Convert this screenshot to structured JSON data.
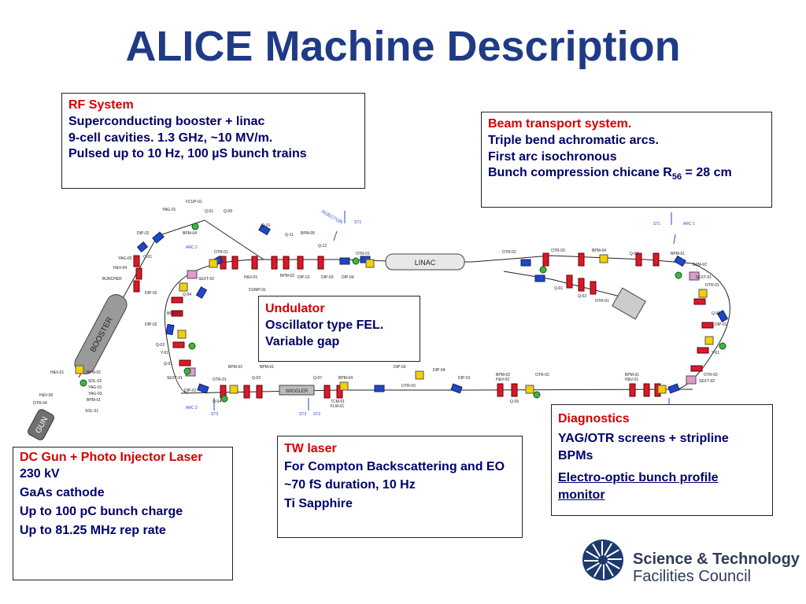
{
  "title": "ALICE Machine Description",
  "rf": {
    "head": "RF System",
    "l1": "Superconducting booster + linac",
    "l2": "9-cell cavities. 1.3 GHz,  ~10 MV/m.",
    "l3": "Pulsed up to 10 Hz, 100 µS bunch trains"
  },
  "beam": {
    "head": "Beam transport system.",
    "l1": "Triple bend achromatic arcs.",
    "l2": "First arc isochronous",
    "l3a": "Bunch compression chicane R",
    "l3sub": "56",
    "l3b": " = 28 cm"
  },
  "und": {
    "head": "Undulator",
    "l1": "Oscillator type FEL.",
    "l2": "Variable gap"
  },
  "gun": {
    "head": "DC Gun + Photo Injector Laser",
    "l1": "230 kV",
    "l2": "GaAs cathode",
    "l3": "Up to 100 pC bunch charge",
    "l4": "Up to 81.25 MHz rep rate"
  },
  "tw": {
    "head": "TW laser",
    "l1": "For Compton Backscattering and EO",
    "l2": "~70 fS duration, 10 Hz",
    "l3": "Ti Sapphire"
  },
  "diag": {
    "head": "Diagnostics",
    "l1": "YAG/OTR screens + stripline BPMs",
    "l2": "Electro-optic bunch profile monitor"
  },
  "logo": {
    "l1": "Science & Technology",
    "l2": "Facilities Council"
  },
  "diagram": {
    "booster": "BOOSTER",
    "gun": "GUN",
    "linac": "LINAC",
    "wiggler": "WIGGLER",
    "injector": "INJECTOR",
    "labels": [
      "FCUP-01",
      "YAG-01",
      "DIP-02",
      "Q-01",
      "Q-02",
      "Q-03",
      "Q-04",
      "Q-05",
      "Q-06",
      "Q-07",
      "Q-08",
      "Q-09",
      "Q-10",
      "Q-11",
      "Q-12",
      "DIP-01",
      "DIP-03",
      "BPM-01",
      "BPM-02",
      "BPM-03",
      "BPM-04",
      "BPM-05",
      "OTR-01",
      "OTR-02",
      "OTR-03",
      "OTR-04",
      "H&V-01",
      "H&V-02",
      "H&V-03",
      "H&V-04",
      "H&V-05",
      "H&V-06",
      "SOL-01",
      "SOL-02",
      "BUNCHER",
      "YAG-02",
      "YAG-03",
      "SEXT-01",
      "SEXT-02",
      "Y-01",
      "ST1",
      "ST2",
      "ST3",
      "ARC 1",
      "ARC 2",
      "DUMP-01",
      "TCM-01",
      "FLM-01",
      "DIP-04"
    ]
  },
  "colors": {
    "title": "#1f3b86",
    "text": "#00006a",
    "heading": "#d40000",
    "magnet_red": "#d8192a",
    "dipole_blue": "#1f48c8",
    "sext_pink": "#d8a0c8",
    "marker_green": "#3fb53f"
  }
}
